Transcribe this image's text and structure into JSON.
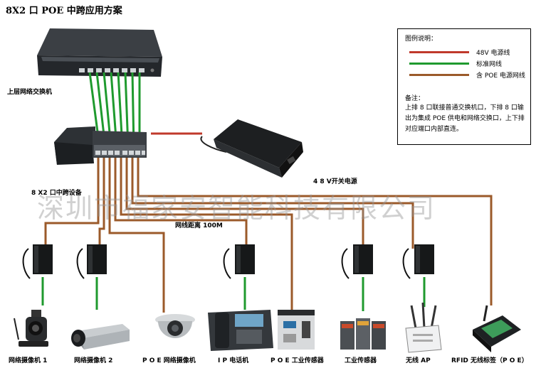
{
  "title": "8X2 口 POE 中跨应用方案",
  "labels": {
    "upper_switch": "上层网络交换机",
    "midspan": "8 X2 口中跨设备",
    "power_supply": "4 8 V开关电源",
    "distance": "网线距离 100M"
  },
  "legend": {
    "title": "图例说明：",
    "items": [
      {
        "label": "48V 电源线",
        "color": "#c0392b"
      },
      {
        "label": "标准网线",
        "color": "#1f9a2e"
      },
      {
        "label": "含 POE 电源网线",
        "color": "#9b5a2a"
      }
    ],
    "note_title": "备注：",
    "note": "上排 8 口联接普通交换机口，下排 8 口输出为集成 POE 供电和网络交换口，上下排对应端口内部直连。"
  },
  "watermark": "深圳市福家安智能科技有限公司",
  "colors": {
    "power": "#c0392b",
    "network": "#1f9a2e",
    "poe": "#9b5a2a"
  },
  "devices": [
    {
      "name": "网络摄像机 1",
      "icon": "camera-icon"
    },
    {
      "name": "网络摄像机 2",
      "icon": "box-camera-icon"
    },
    {
      "name": "P O E  网络摄像机",
      "icon": "dome-camera-icon"
    },
    {
      "name": "I P 电话机",
      "icon": "ip-phone-icon"
    },
    {
      "name": "P O E 工业传感器",
      "icon": "industrial-sensor-icon"
    },
    {
      "name": "工业传感器",
      "icon": "sensor-module-icon"
    },
    {
      "name": "无线 AP",
      "icon": "wireless-ap-icon"
    },
    {
      "name": "RFID 无线标签（P O E）",
      "icon": "rfid-tag-icon"
    }
  ]
}
